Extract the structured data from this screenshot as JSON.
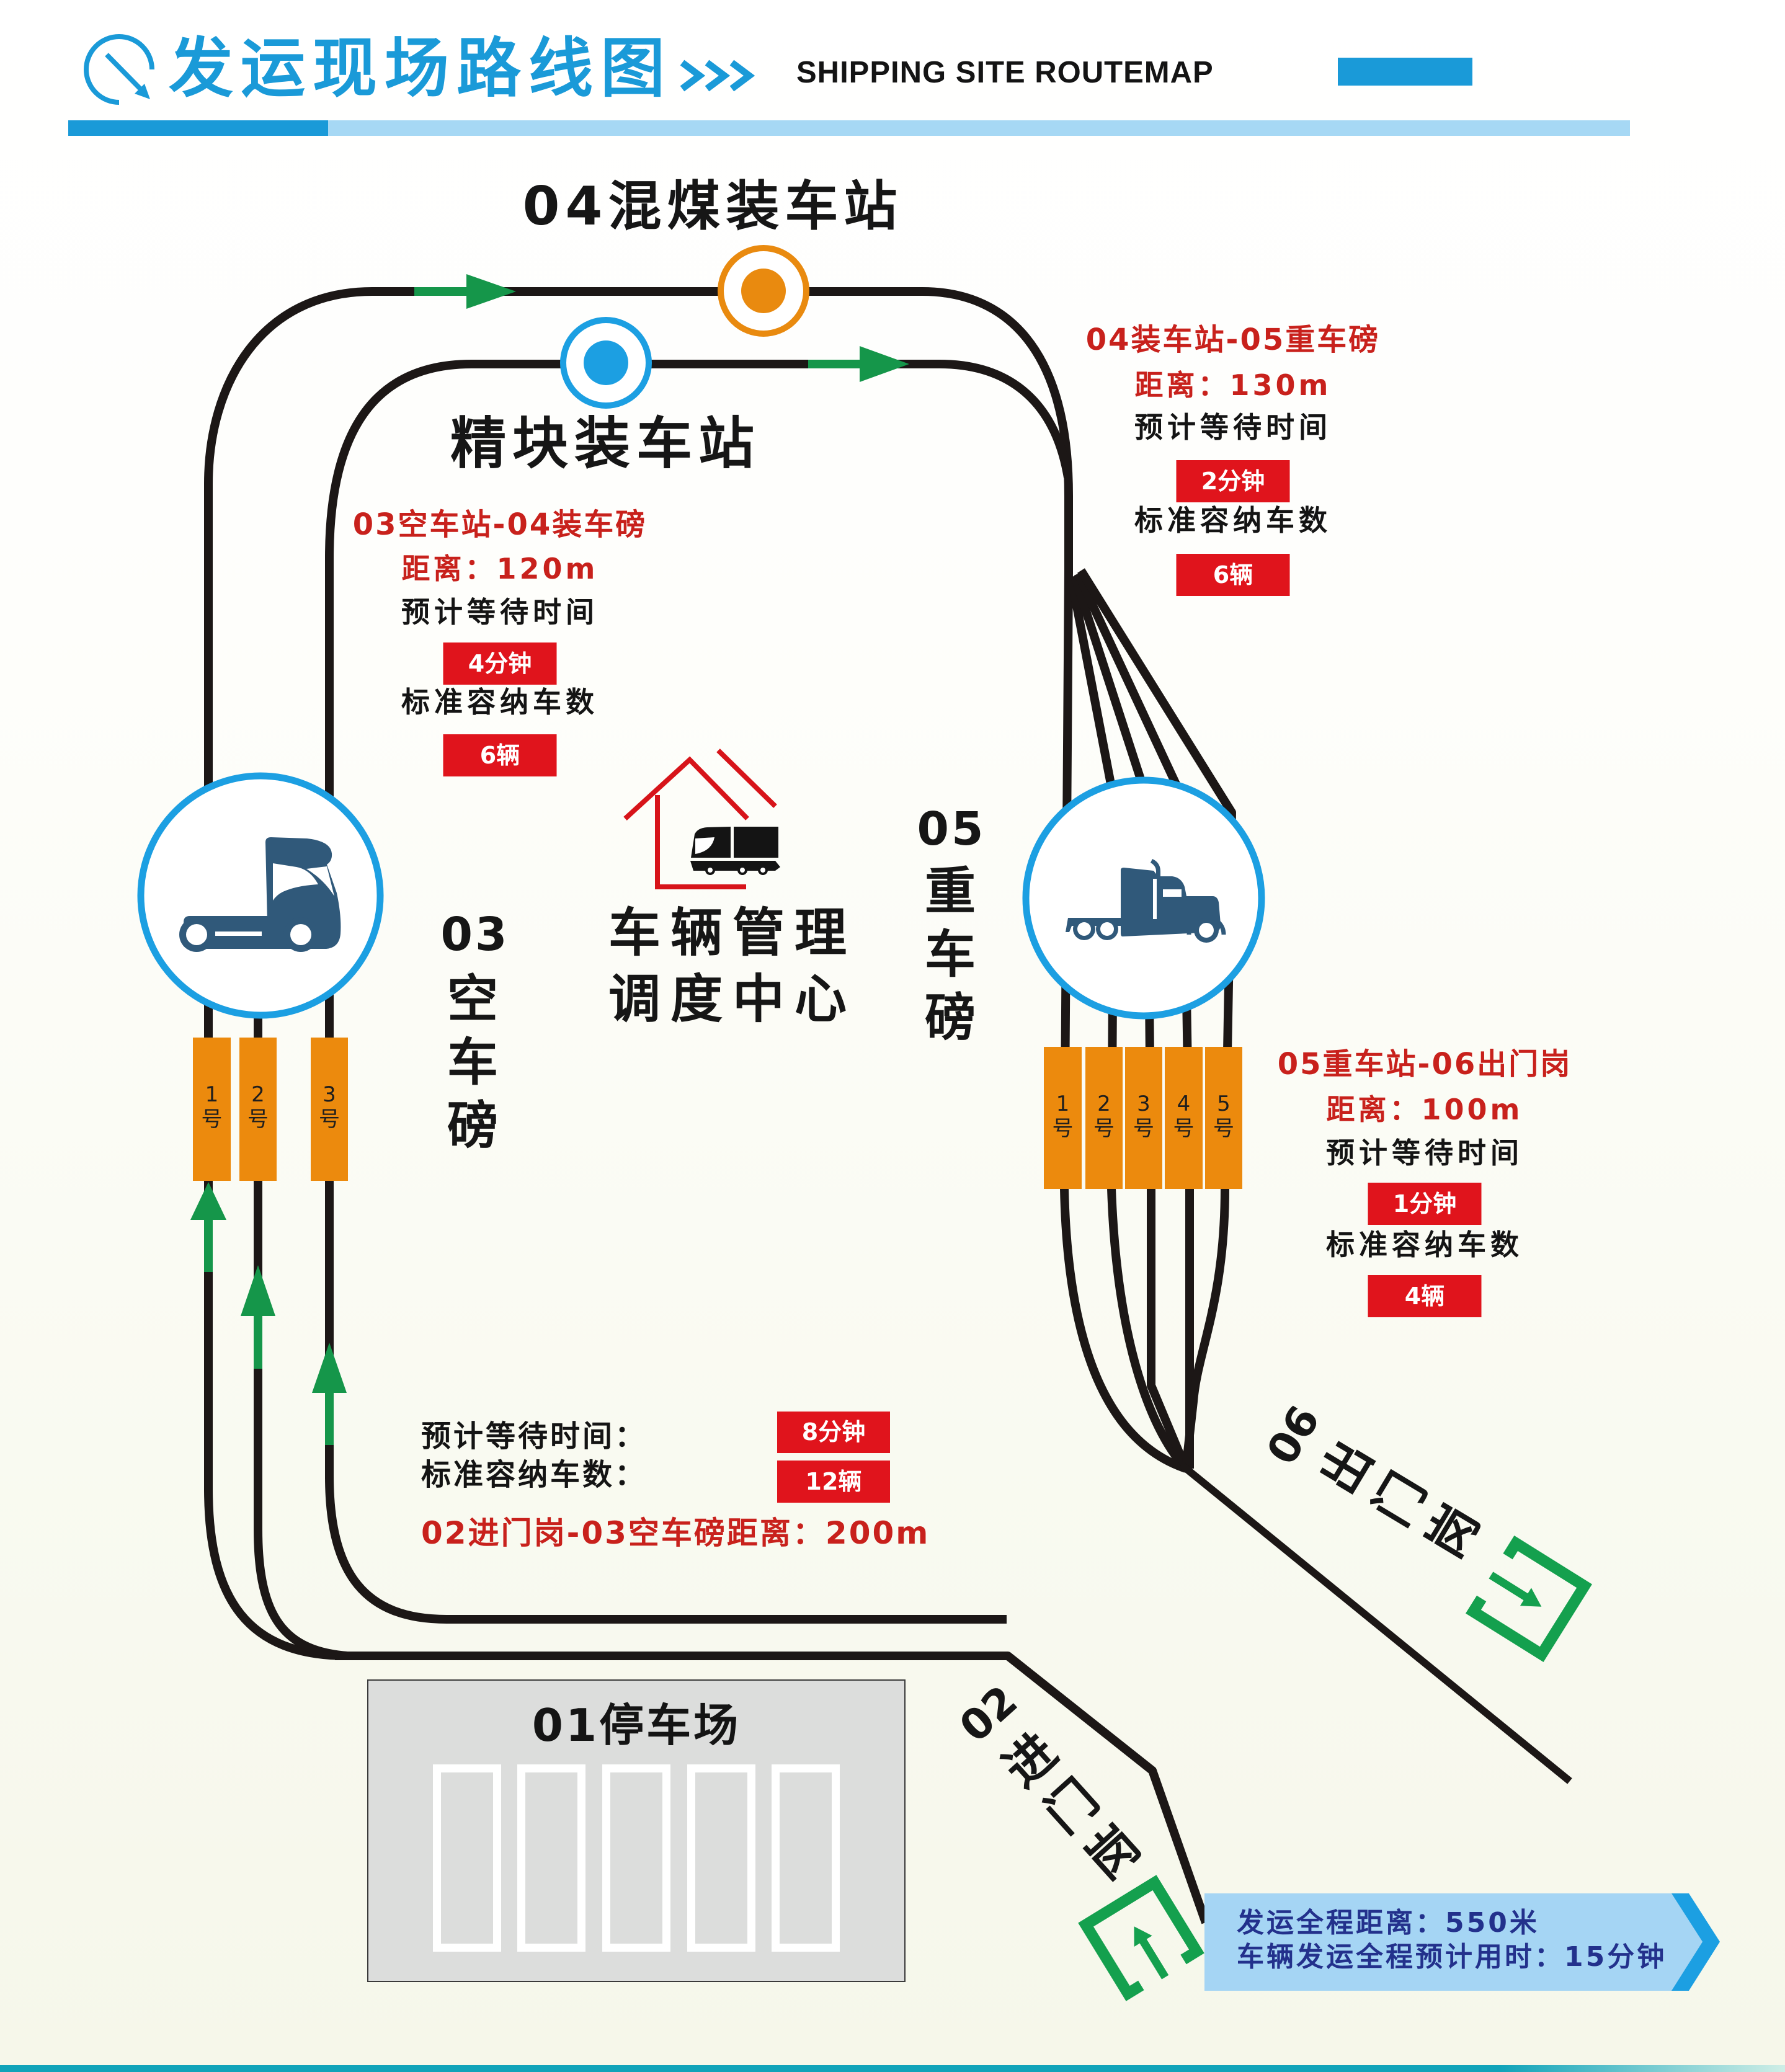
{
  "header": {
    "title": "发运现场路线图",
    "subtitle": "SHIPPING SITE ROUTEMAP",
    "title_icon": "route-arrow-icon",
    "decoration_icon": "triple-chevron-icon"
  },
  "stations": {
    "mixed_coal_loading": {
      "label": "04混煤装车站",
      "marker": "orange-ring-marker"
    },
    "lump_loading": {
      "label": "精块装车站",
      "marker": "blue-ring-marker"
    },
    "dispatch_center": {
      "line1": "车辆管理",
      "line2": "调度中心",
      "icon": "house-truck-icon"
    },
    "empty_scale": {
      "number": "03",
      "label": "空车磅",
      "icon": "tractor-truck-icon",
      "pads": [
        "1号",
        "2号",
        "3号"
      ]
    },
    "heavy_scale": {
      "number": "05",
      "label": "重车磅",
      "icon": "semi-truck-icon",
      "pads": [
        "1号",
        "2号",
        "3号",
        "4号",
        "5号"
      ]
    },
    "parking_lot": {
      "label": "01停车场",
      "bay_count": 5
    },
    "entry_gate": {
      "number": "02",
      "label": "进门岗",
      "icon": "entry-door-icon"
    },
    "exit_gate": {
      "number": "06",
      "label": "出门岗",
      "icon": "exit-door-icon"
    }
  },
  "segments": [
    {
      "title": "03空车站-04装车磅",
      "distance_label": "距离：",
      "distance": "120m",
      "wait_label": "预计等待时间",
      "wait": "4分钟",
      "capacity_label": "标准容纳车数",
      "capacity": "6辆"
    },
    {
      "title": "04装车站-05重车磅",
      "distance_label": "距离：",
      "distance": "130m",
      "wait_label": "预计等待时间",
      "wait": "2分钟",
      "capacity_label": "标准容纳车数",
      "capacity": "6辆"
    },
    {
      "title": "05重车站-06出门岗",
      "distance_label": "距离：",
      "distance": "100m",
      "wait_label": "预计等待时间",
      "wait": "1分钟",
      "capacity_label": "标准容纳车数",
      "capacity": "4辆"
    }
  ],
  "entry_segment": {
    "wait_label": "预计等待时间：",
    "wait": "8分钟",
    "capacity_label": "标准容纳车数：",
    "capacity": "12辆",
    "route": "02进门岗-03空车磅",
    "distance_label": "距离：",
    "distance": "200m"
  },
  "summary": {
    "distance_label": "发运全程距离：",
    "distance": "550米",
    "time_label": "车辆发运全程预计用时：",
    "time": "15分钟"
  },
  "colors": {
    "brand_blue": "#1a9ad8",
    "light_blue": "#a6d8f4",
    "box_red": "#e0141c",
    "text_red": "#c8211c",
    "route_green": "#15964a",
    "gate_green": "#14a04e",
    "pad_orange": "#ec8a0d",
    "track_black": "#1c1716",
    "truck_slate": "#30597a",
    "station_orange": "#e98a0f",
    "station_blue": "#1c9fe2",
    "summary_navy": "#23318c",
    "summary_fill": "#a5d5f4",
    "house_red": "#d7141a",
    "footer_teal": "#10a3b9",
    "parking_gray": "#dcdddc"
  }
}
